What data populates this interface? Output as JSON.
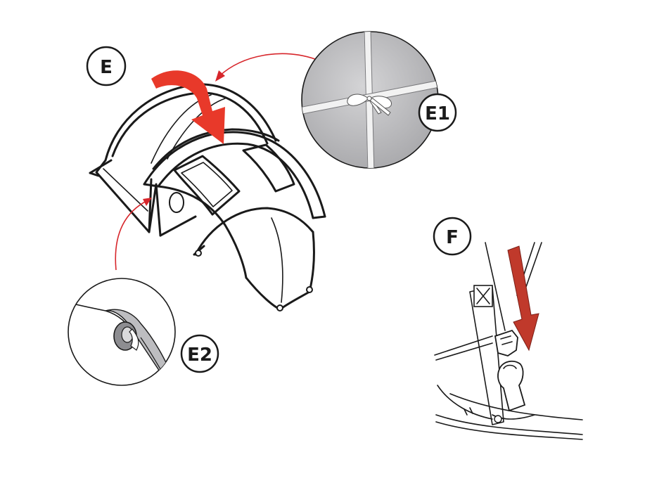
{
  "steps": {
    "e": "E",
    "e1": "E1",
    "e2": "E2",
    "f": "F"
  },
  "colors": {
    "arrow_red": "#e8392a",
    "arrow_dark_red": "#c0392b",
    "callout_line": "#d7262b",
    "ink": "#1a1a1a",
    "detail_grey": "#bdbdc0"
  },
  "icons": {
    "push_down": "push-down-arrow-icon",
    "slide_down": "slide-down-arrow-icon"
  }
}
